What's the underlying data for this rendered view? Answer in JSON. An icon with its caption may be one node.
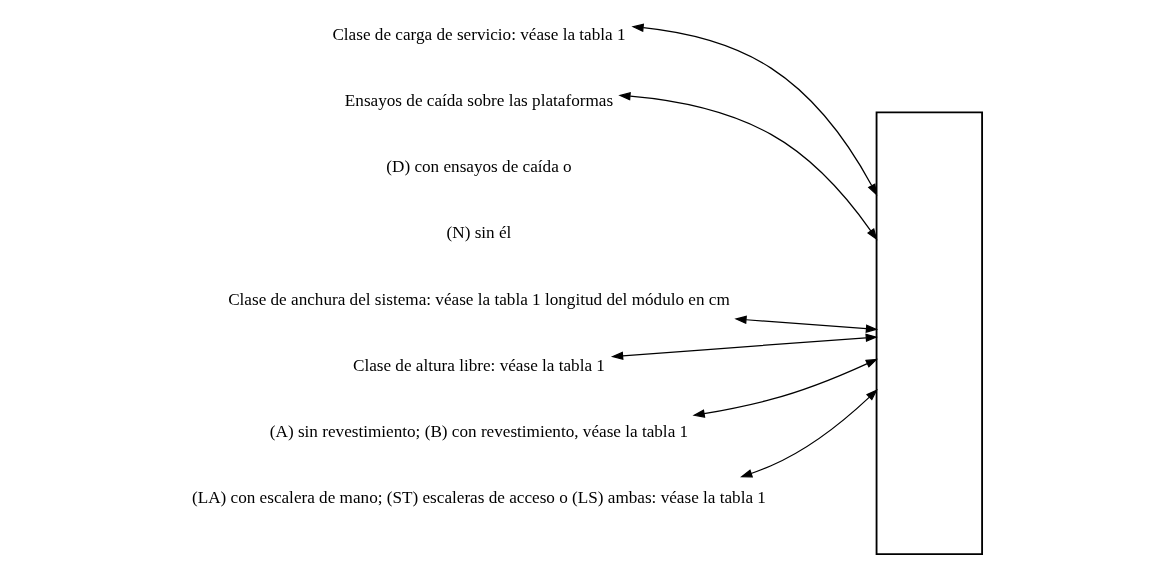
{
  "diagram": {
    "nodes": [
      {
        "text": [],
        "shape": "box"
      },
      {
        "text": [
          "Clase de carga de servicio: véase la tabla 1"
        ]
      },
      {
        "text": [
          "Ensayos de caída sobre las plataformas"
        ]
      },
      {
        "text": [
          "Clase de anchura del sistema: véase la tabla 1 longitud del módulo en cm"
        ]
      },
      {
        "text": [
          "Clase de altura libre: véase la tabla 1"
        ]
      },
      {
        "text": [
          "(A) sin revestimiento; (B) con revestimiento, véase la tabla 1"
        ]
      },
      {
        "text": [
          "(LA) con escalera de mano; (ST) escaleras de acceso o (LS) ambas: véase la tabla 1"
        ]
      }
    ],
    "edges": [
      {
        "from": 1,
        "to": 0,
        "arrow": "both"
      },
      {
        "from": 2,
        "to": 0,
        "arrow": "both"
      },
      {
        "from": 3,
        "to": 0,
        "arrow": "both"
      },
      {
        "from": 4,
        "to": 0,
        "arrow": "both"
      },
      {
        "from": 5,
        "to": 0,
        "arrow": "both"
      },
      {
        "from": 6,
        "to": 0,
        "arrow": "both"
      }
    ],
    "labels": [
      "(D) con ensayos de caída o",
      "(N) sin él"
    ]
  }
}
